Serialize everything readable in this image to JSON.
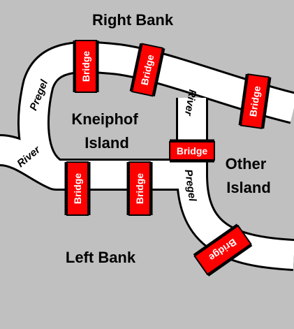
{
  "colors": {
    "land": "#c0c0c0",
    "river": "#ffffff",
    "bridge": "#ff0000",
    "outline": "#000000"
  },
  "land_labels": {
    "right_bank": "Right Bank",
    "kneiphof_line1": "Kneiphof",
    "kneiphof_line2": "Island",
    "other_line1": "Other",
    "other_line2": "Island",
    "left_bank": "Left Bank"
  },
  "river_labels": {
    "pregel_upper": "Pregel",
    "river_left": "River",
    "river_upper": "River",
    "pregel_lower": "Pregel"
  },
  "bridges": [
    {
      "label": "Bridge"
    },
    {
      "label": "Bridge"
    },
    {
      "label": "Bridge"
    },
    {
      "label": "Bridge"
    },
    {
      "label": "Bridge"
    },
    {
      "label": "Bridge"
    },
    {
      "label": "Bridge"
    }
  ]
}
